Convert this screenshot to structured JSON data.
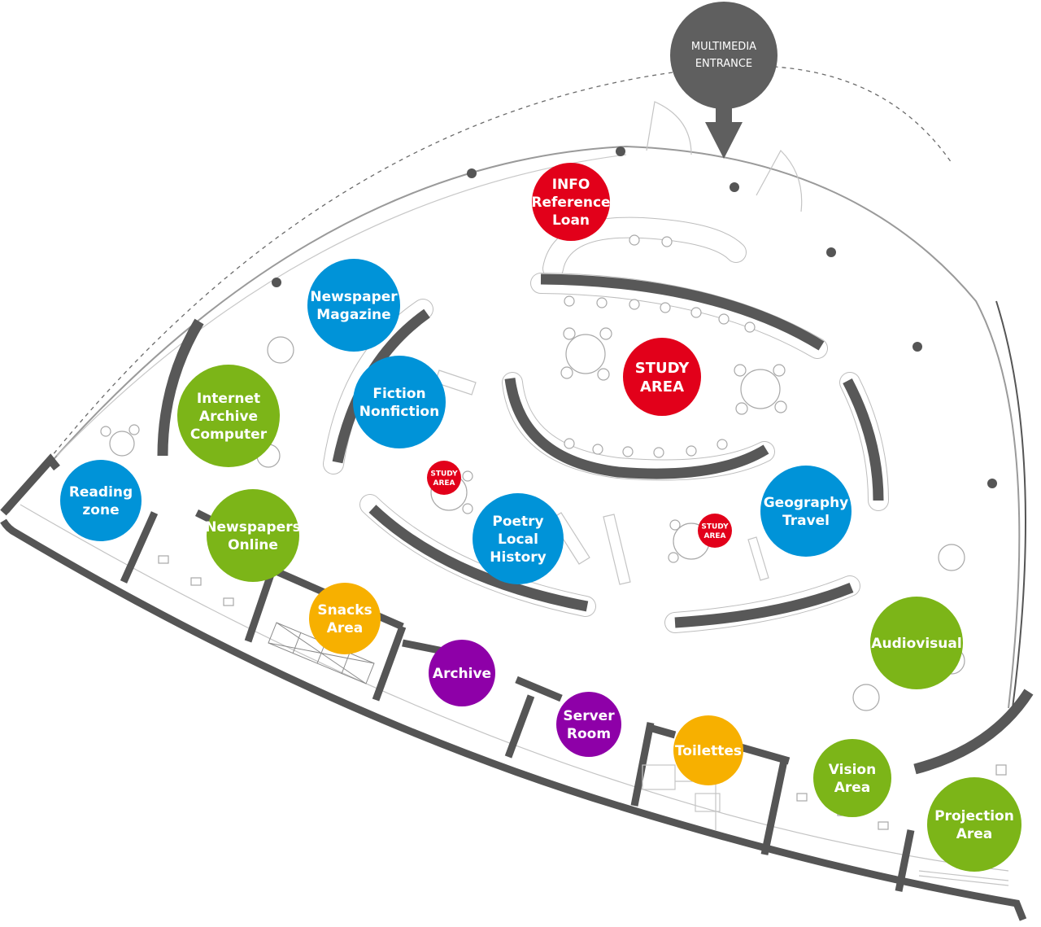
{
  "entrance": {
    "label_line1": "MULTIMEDIA",
    "label_line2": "ENTRANCE",
    "color": "#5f5f5f"
  },
  "legend_colors": {
    "service": "#e2001a",
    "collections": "#0093d8",
    "digital": "#7cb518",
    "amenities": "#f7b000",
    "technical": "#8e00a8"
  },
  "zones": [
    {
      "id": "info",
      "lines": [
        "INFO",
        "Reference",
        "Loan"
      ],
      "color": "#e2001a"
    },
    {
      "id": "study-main",
      "lines": [
        "STUDY",
        "AREA"
      ],
      "color": "#e2001a"
    },
    {
      "id": "study-small-1",
      "lines": [
        "STUDY",
        "AREA"
      ],
      "color": "#e2001a"
    },
    {
      "id": "study-small-2",
      "lines": [
        "STUDY",
        "AREA"
      ],
      "color": "#e2001a"
    },
    {
      "id": "newspaper-magazine",
      "lines": [
        "Newspaper",
        "Magazine"
      ],
      "color": "#0093d8"
    },
    {
      "id": "fiction-nonfiction",
      "lines": [
        "Fiction",
        "Nonfiction"
      ],
      "color": "#0093d8"
    },
    {
      "id": "poetry-local-history",
      "lines": [
        "Poetry",
        "Local",
        "History"
      ],
      "color": "#0093d8"
    },
    {
      "id": "geography-travel",
      "lines": [
        "Geography",
        "Travel"
      ],
      "color": "#0093d8"
    },
    {
      "id": "reading-zone",
      "lines": [
        "Reading",
        "zone"
      ],
      "color": "#0093d8"
    },
    {
      "id": "internet-archive-computer",
      "lines": [
        "Internet",
        "Archive",
        "Computer"
      ],
      "color": "#7cb518"
    },
    {
      "id": "newspapers-online",
      "lines": [
        "Newspapers",
        "Online"
      ],
      "color": "#7cb518"
    },
    {
      "id": "audiovisual",
      "lines": [
        "Audiovisual"
      ],
      "color": "#7cb518"
    },
    {
      "id": "vision-area",
      "lines": [
        "Vision",
        "Area"
      ],
      "color": "#7cb518"
    },
    {
      "id": "projection-area",
      "lines": [
        "Projection",
        "Area"
      ],
      "color": "#7cb518"
    },
    {
      "id": "snacks-area",
      "lines": [
        "Snacks",
        "Area"
      ],
      "color": "#f7b000"
    },
    {
      "id": "toilettes",
      "lines": [
        "Toilettes"
      ],
      "color": "#f7b000"
    },
    {
      "id": "archive",
      "lines": [
        "Archive"
      ],
      "color": "#8e00a8"
    },
    {
      "id": "server-room",
      "lines": [
        "Server",
        "Room"
      ],
      "color": "#8e00a8"
    }
  ]
}
